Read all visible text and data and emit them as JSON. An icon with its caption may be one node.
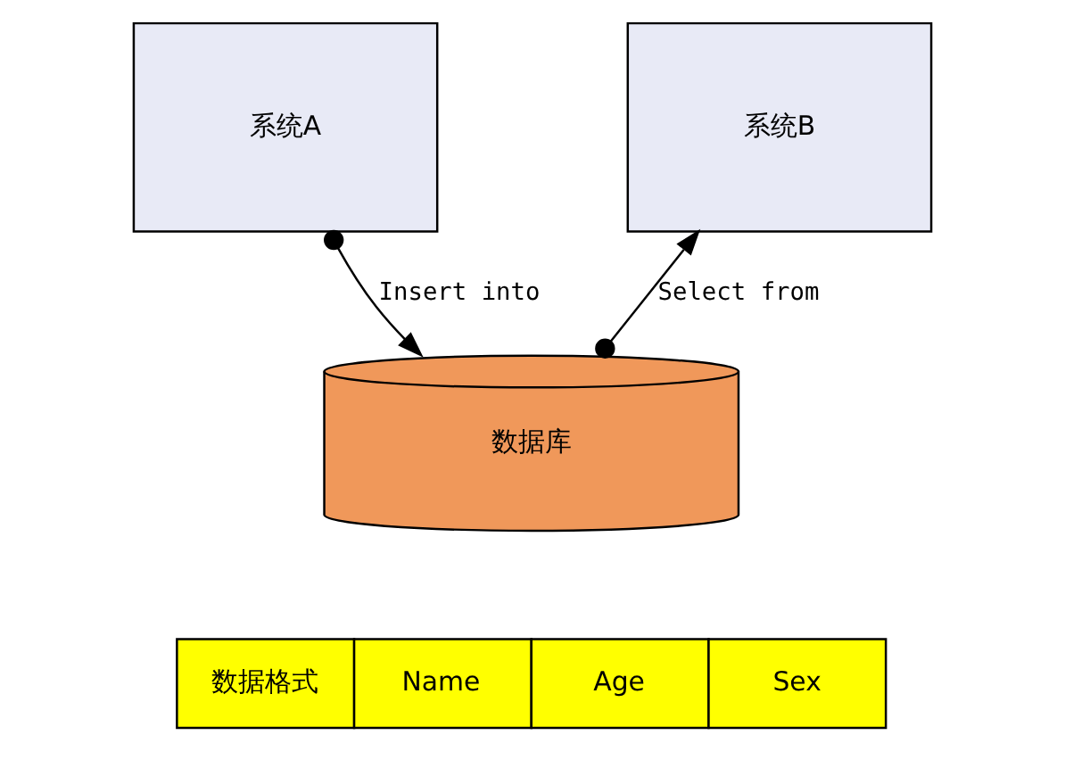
{
  "diagram": {
    "nodes": [
      {
        "text": [
          "系统A"
        ]
      },
      {
        "text": [
          "系统B"
        ]
      },
      {
        "text": [
          "数据库"
        ]
      }
    ],
    "edges": [
      {
        "from": 0,
        "to": 2,
        "arrow": "to",
        "label": "Insert into"
      },
      {
        "from": 2,
        "to": 1,
        "arrow": "to",
        "label": "Select from"
      }
    ],
    "labels": [
      "数据格式",
      "Name",
      "Age",
      "Sex"
    ]
  }
}
